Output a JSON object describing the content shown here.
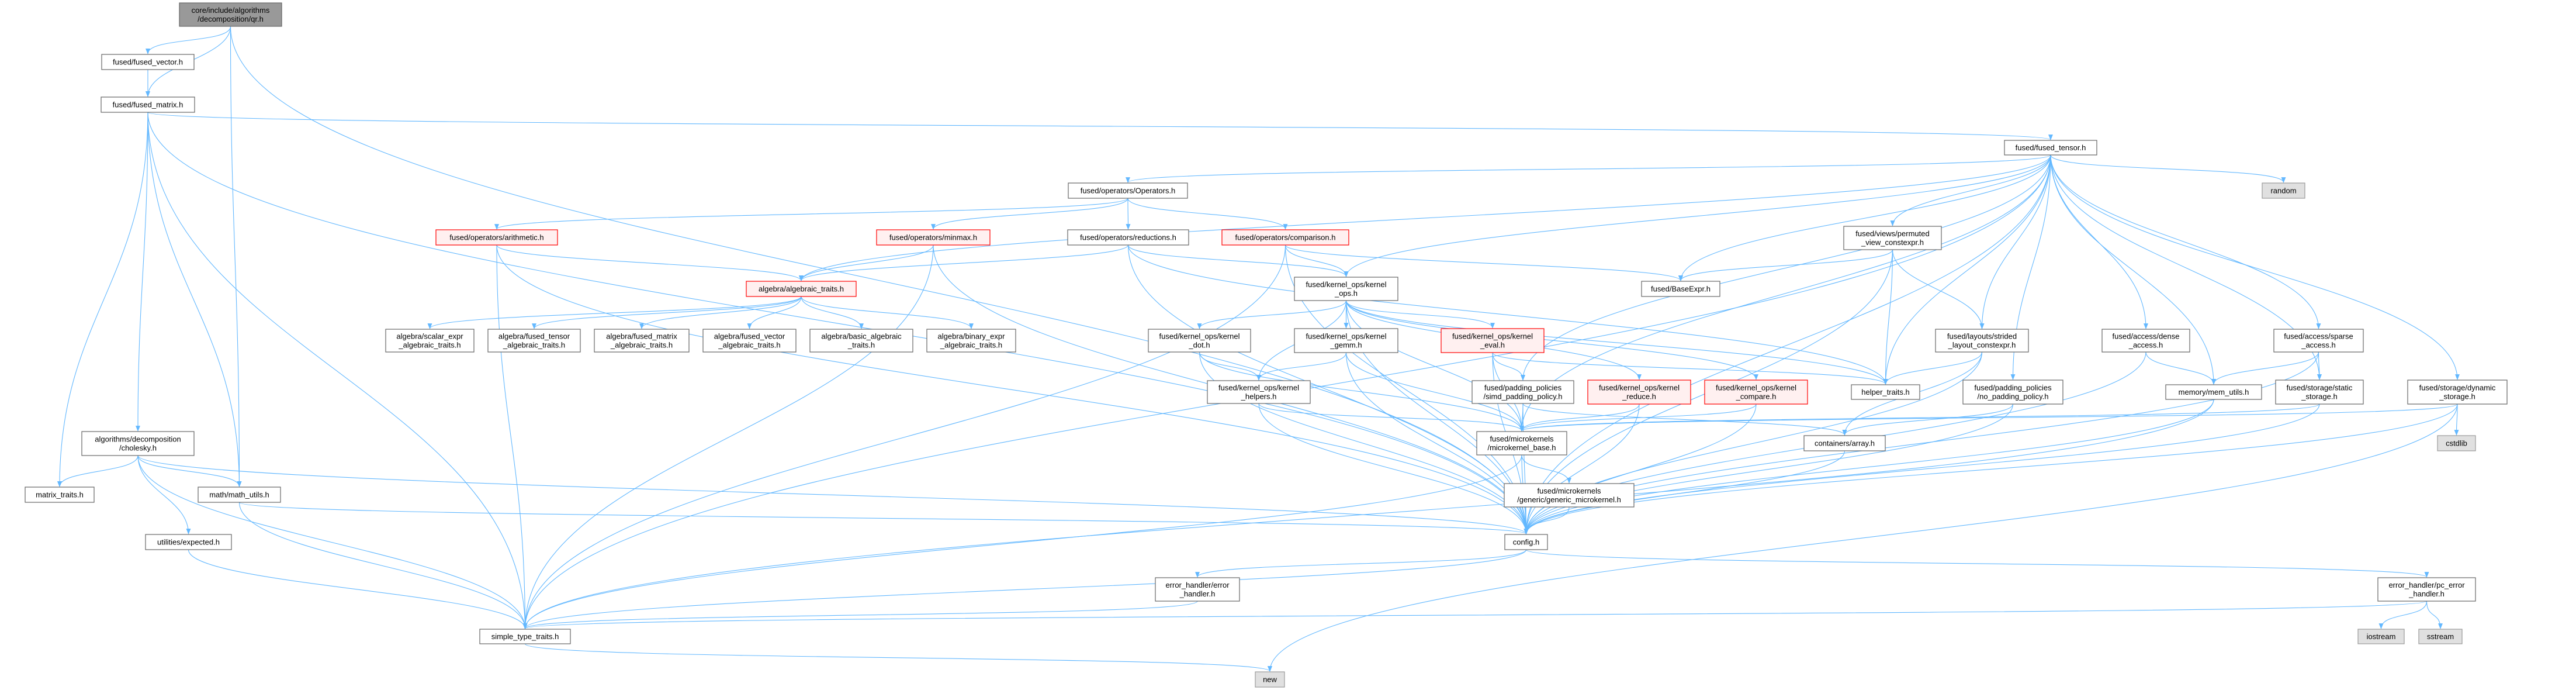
{
  "title": "core/include/algorithms/decomposition/qr.h include dependency graph",
  "colors": {
    "edge": "#63b8ff",
    "node_border": "#666666",
    "node_fill": "#ffffff",
    "root_fill": "#999999",
    "root_border": "#666666",
    "incomplete_border": "#ff0000",
    "incomplete_fill": "#fff0f0",
    "external_fill": "#e0e0e0",
    "external_border": "#999999"
  },
  "nodes": [
    {
      "id": "qr",
      "kind": "root",
      "lines": [
        "core/include/algorithms",
        "/decomposition/qr.h"
      ]
    },
    {
      "id": "fused_vector",
      "kind": "normal",
      "lines": [
        "fused/fused_vector.h"
      ]
    },
    {
      "id": "fused_matrix",
      "kind": "normal",
      "lines": [
        "fused/fused_matrix.h"
      ]
    },
    {
      "id": "cholesky",
      "kind": "normal",
      "lines": [
        "algorithms/decomposition",
        "/cholesky.h"
      ]
    },
    {
      "id": "matrix_traits",
      "kind": "normal",
      "lines": [
        "matrix_traits.h"
      ]
    },
    {
      "id": "math_utils",
      "kind": "normal",
      "lines": [
        "math/math_utils.h"
      ]
    },
    {
      "id": "expected",
      "kind": "normal",
      "lines": [
        "utilities/expected.h"
      ]
    },
    {
      "id": "simple_type_traits",
      "kind": "normal",
      "lines": [
        "simple_type_traits.h"
      ]
    },
    {
      "id": "new",
      "kind": "external",
      "lines": [
        "new"
      ]
    },
    {
      "id": "arithmetic",
      "kind": "red",
      "lines": [
        "fused/operators/arithmetic.h"
      ]
    },
    {
      "id": "scalar_expr",
      "kind": "normal",
      "lines": [
        "algebra/scalar_expr",
        "_algebraic_traits.h"
      ]
    },
    {
      "id": "fused_tensor_alg",
      "kind": "normal",
      "lines": [
        "algebra/fused_tensor",
        "_algebraic_traits.h"
      ]
    },
    {
      "id": "fused_matrix_alg",
      "kind": "normal",
      "lines": [
        "algebra/fused_matrix",
        "_algebraic_traits.h"
      ]
    },
    {
      "id": "fused_vector_alg",
      "kind": "normal",
      "lines": [
        "algebra/fused_vector",
        "_algebraic_traits.h"
      ]
    },
    {
      "id": "basic_alg",
      "kind": "normal",
      "lines": [
        "algebra/basic_algebraic",
        "_traits.h"
      ]
    },
    {
      "id": "binary_expr",
      "kind": "normal",
      "lines": [
        "algebra/binary_expr",
        "_algebraic_traits.h"
      ]
    },
    {
      "id": "algebraic_traits",
      "kind": "red",
      "lines": [
        "algebra/algebraic_traits.h"
      ]
    },
    {
      "id": "operators",
      "kind": "normal",
      "lines": [
        "fused/operators/Operators.h"
      ]
    },
    {
      "id": "minmax",
      "kind": "red",
      "lines": [
        "fused/operators/minmax.h"
      ]
    },
    {
      "id": "reductions",
      "kind": "normal",
      "lines": [
        "fused/operators/reductions.h"
      ]
    },
    {
      "id": "comparison",
      "kind": "red",
      "lines": [
        "fused/operators/comparison.h"
      ]
    },
    {
      "id": "kernel_ops",
      "kind": "normal",
      "lines": [
        "fused/kernel_ops/kernel",
        "_ops.h"
      ]
    },
    {
      "id": "kernel_dot",
      "kind": "normal",
      "lines": [
        "fused/kernel_ops/kernel",
        "_dot.h"
      ]
    },
    {
      "id": "kernel_gemm",
      "kind": "normal",
      "lines": [
        "fused/kernel_ops/kernel",
        "_gemm.h"
      ]
    },
    {
      "id": "kernel_eval",
      "kind": "red",
      "lines": [
        "fused/kernel_ops/kernel",
        "_eval.h"
      ]
    },
    {
      "id": "kernel_helpers",
      "kind": "normal",
      "lines": [
        "fused/kernel_ops/kernel",
        "_helpers.h"
      ]
    },
    {
      "id": "simd_padding",
      "kind": "normal",
      "lines": [
        "fused/padding_policies",
        "/simd_padding_policy.h"
      ]
    },
    {
      "id": "kernel_reduce",
      "kind": "red",
      "lines": [
        "fused/kernel_ops/kernel",
        "_reduce.h"
      ]
    },
    {
      "id": "kernel_compare",
      "kind": "red",
      "lines": [
        "fused/kernel_ops/kernel",
        "_compare.h"
      ]
    },
    {
      "id": "microkernel_base",
      "kind": "normal",
      "lines": [
        "fused/microkernels",
        "/microkernel_base.h"
      ]
    },
    {
      "id": "generic_microkernel",
      "kind": "normal",
      "lines": [
        "fused/microkernels",
        "/generic/generic_microkernel.h"
      ]
    },
    {
      "id": "config",
      "kind": "normal",
      "lines": [
        "config.h"
      ]
    },
    {
      "id": "error_handler",
      "kind": "normal",
      "lines": [
        "error_handler/error",
        "_handler.h"
      ]
    },
    {
      "id": "base_expr",
      "kind": "normal",
      "lines": [
        "fused/BaseExpr.h"
      ]
    },
    {
      "id": "helper_traits",
      "kind": "normal",
      "lines": [
        "helper_traits.h"
      ]
    },
    {
      "id": "containers_array",
      "kind": "normal",
      "lines": [
        "containers/array.h"
      ]
    },
    {
      "id": "permuted_view",
      "kind": "normal",
      "lines": [
        "fused/views/permuted",
        "_view_constexpr.h"
      ]
    },
    {
      "id": "fused_tensor",
      "kind": "normal",
      "lines": [
        "fused/fused_tensor.h"
      ]
    },
    {
      "id": "random",
      "kind": "external",
      "lines": [
        "random"
      ]
    },
    {
      "id": "strided_layout",
      "kind": "normal",
      "lines": [
        "fused/layouts/strided",
        "_layout_constexpr.h"
      ]
    },
    {
      "id": "dense_access",
      "kind": "normal",
      "lines": [
        "fused/access/dense",
        "_access.h"
      ]
    },
    {
      "id": "sparse_access",
      "kind": "normal",
      "lines": [
        "fused/access/sparse",
        "_access.h"
      ]
    },
    {
      "id": "no_padding",
      "kind": "normal",
      "lines": [
        "fused/padding_policies",
        "/no_padding_policy.h"
      ]
    },
    {
      "id": "mem_utils",
      "kind": "normal",
      "lines": [
        "memory/mem_utils.h"
      ]
    },
    {
      "id": "static_storage",
      "kind": "normal",
      "lines": [
        "fused/storage/static",
        "_storage.h"
      ]
    },
    {
      "id": "dynamic_storage",
      "kind": "normal",
      "lines": [
        "fused/storage/dynamic",
        "_storage.h"
      ]
    },
    {
      "id": "cstdlib",
      "kind": "external",
      "lines": [
        "cstdlib"
      ]
    },
    {
      "id": "pc_error_handler",
      "kind": "normal",
      "lines": [
        "error_handler/pc_error",
        "_handler.h"
      ]
    },
    {
      "id": "iostream",
      "kind": "external",
      "lines": [
        "iostream"
      ]
    },
    {
      "id": "sstream",
      "kind": "external",
      "lines": [
        "sstream"
      ]
    }
  ],
  "edges": [
    [
      "qr",
      "fused_vector"
    ],
    [
      "qr",
      "fused_matrix"
    ],
    [
      "qr",
      "math_utils"
    ],
    [
      "qr",
      "config"
    ],
    [
      "fused_vector",
      "fused_matrix"
    ],
    [
      "fused_matrix",
      "fused_tensor"
    ],
    [
      "fused_matrix",
      "simple_type_traits"
    ],
    [
      "fused_matrix",
      "matrix_traits"
    ],
    [
      "fused_matrix",
      "cholesky"
    ],
    [
      "fused_matrix",
      "math_utils"
    ],
    [
      "fused_matrix",
      "config"
    ],
    [
      "cholesky",
      "matrix_traits"
    ],
    [
      "cholesky",
      "math_utils"
    ],
    [
      "cholesky",
      "expected"
    ],
    [
      "cholesky",
      "simple_type_traits"
    ],
    [
      "cholesky",
      "config"
    ],
    [
      "math_utils",
      "simple_type_traits"
    ],
    [
      "math_utils",
      "config"
    ],
    [
      "expected",
      "simple_type_traits"
    ],
    [
      "fused_tensor",
      "operators"
    ],
    [
      "fused_tensor",
      "algebraic_traits"
    ],
    [
      "fused_tensor",
      "kernel_ops"
    ],
    [
      "fused_tensor",
      "base_expr"
    ],
    [
      "fused_tensor",
      "permuted_view"
    ],
    [
      "fused_tensor",
      "strided_layout"
    ],
    [
      "fused_tensor",
      "helper_traits"
    ],
    [
      "fused_tensor",
      "microkernel_base"
    ],
    [
      "fused_tensor",
      "simd_padding"
    ],
    [
      "fused_tensor",
      "no_padding"
    ],
    [
      "fused_tensor",
      "dense_access"
    ],
    [
      "fused_tensor",
      "sparse_access"
    ],
    [
      "fused_tensor",
      "mem_utils"
    ],
    [
      "fused_tensor",
      "static_storage"
    ],
    [
      "fused_tensor",
      "dynamic_storage"
    ],
    [
      "fused_tensor",
      "random"
    ],
    [
      "fused_tensor",
      "config"
    ],
    [
      "fused_tensor",
      "simple_type_traits"
    ],
    [
      "operators",
      "arithmetic"
    ],
    [
      "operators",
      "minmax"
    ],
    [
      "operators",
      "reductions"
    ],
    [
      "operators",
      "comparison"
    ],
    [
      "arithmetic",
      "algebraic_traits"
    ],
    [
      "arithmetic",
      "simple_type_traits"
    ],
    [
      "arithmetic",
      "config"
    ],
    [
      "minmax",
      "algebraic_traits"
    ],
    [
      "minmax",
      "simple_type_traits"
    ],
    [
      "minmax",
      "config"
    ],
    [
      "reductions",
      "algebraic_traits"
    ],
    [
      "reductions",
      "kernel_ops"
    ],
    [
      "reductions",
      "helper_traits"
    ],
    [
      "reductions",
      "config"
    ],
    [
      "comparison",
      "kernel_ops"
    ],
    [
      "comparison",
      "base_expr"
    ],
    [
      "comparison",
      "simple_type_traits"
    ],
    [
      "comparison",
      "config"
    ],
    [
      "algebraic_traits",
      "scalar_expr"
    ],
    [
      "algebraic_traits",
      "fused_tensor_alg"
    ],
    [
      "algebraic_traits",
      "fused_matrix_alg"
    ],
    [
      "algebraic_traits",
      "fused_vector_alg"
    ],
    [
      "algebraic_traits",
      "basic_alg"
    ],
    [
      "algebraic_traits",
      "binary_expr"
    ],
    [
      "kernel_ops",
      "kernel_dot"
    ],
    [
      "kernel_ops",
      "kernel_gemm"
    ],
    [
      "kernel_ops",
      "kernel_eval"
    ],
    [
      "kernel_ops",
      "kernel_helpers"
    ],
    [
      "kernel_ops",
      "kernel_reduce"
    ],
    [
      "kernel_ops",
      "kernel_compare"
    ],
    [
      "kernel_ops",
      "microkernel_base"
    ],
    [
      "kernel_ops",
      "helper_traits"
    ],
    [
      "kernel_ops",
      "config"
    ],
    [
      "kernel_dot",
      "kernel_helpers"
    ],
    [
      "kernel_dot",
      "microkernel_base"
    ],
    [
      "kernel_dot",
      "config"
    ],
    [
      "kernel_gemm",
      "kernel_helpers"
    ],
    [
      "kernel_gemm",
      "microkernel_base"
    ],
    [
      "kernel_gemm",
      "config"
    ],
    [
      "kernel_eval",
      "simd_padding"
    ],
    [
      "kernel_eval",
      "microkernel_base"
    ],
    [
      "kernel_eval",
      "helper_traits"
    ],
    [
      "kernel_eval",
      "config"
    ],
    [
      "kernel_helpers",
      "microkernel_base"
    ],
    [
      "kernel_helpers",
      "config"
    ],
    [
      "simd_padding",
      "microkernel_base"
    ],
    [
      "simd_padding",
      "containers_array"
    ],
    [
      "simd_padding",
      "config"
    ],
    [
      "kernel_reduce",
      "microkernel_base"
    ],
    [
      "kernel_reduce",
      "config"
    ],
    [
      "kernel_compare",
      "microkernel_base"
    ],
    [
      "kernel_compare",
      "config"
    ],
    [
      "microkernel_base",
      "generic_microkernel"
    ],
    [
      "microkernel_base",
      "config"
    ],
    [
      "microkernel_base",
      "simple_type_traits"
    ],
    [
      "generic_microkernel",
      "config"
    ],
    [
      "config",
      "error_handler"
    ],
    [
      "config",
      "pc_error_handler"
    ],
    [
      "config",
      "simple_type_traits"
    ],
    [
      "error_handler",
      "simple_type_traits"
    ],
    [
      "pc_error_handler",
      "iostream"
    ],
    [
      "pc_error_handler",
      "sstream"
    ],
    [
      "pc_error_handler",
      "simple_type_traits"
    ],
    [
      "permuted_view",
      "base_expr"
    ],
    [
      "permuted_view",
      "helper_traits"
    ],
    [
      "permuted_view",
      "strided_layout"
    ],
    [
      "permuted_view",
      "config"
    ],
    [
      "strided_layout",
      "helper_traits"
    ],
    [
      "strided_layout",
      "containers_array"
    ],
    [
      "strided_layout",
      "config"
    ],
    [
      "no_padding",
      "containers_array"
    ],
    [
      "no_padding",
      "config"
    ],
    [
      "containers_array",
      "config"
    ],
    [
      "dense_access",
      "mem_utils"
    ],
    [
      "dense_access",
      "config"
    ],
    [
      "sparse_access",
      "mem_utils"
    ],
    [
      "sparse_access",
      "static_storage"
    ],
    [
      "sparse_access",
      "config"
    ],
    [
      "mem_utils",
      "config"
    ],
    [
      "mem_utils",
      "simple_type_traits"
    ],
    [
      "static_storage",
      "config"
    ],
    [
      "static_storage",
      "microkernel_base"
    ],
    [
      "dynamic_storage",
      "cstdlib"
    ],
    [
      "dynamic_storage",
      "microkernel_base"
    ],
    [
      "dynamic_storage",
      "config"
    ],
    [
      "dynamic_storage",
      "new"
    ],
    [
      "simple_type_traits",
      "new"
    ]
  ]
}
